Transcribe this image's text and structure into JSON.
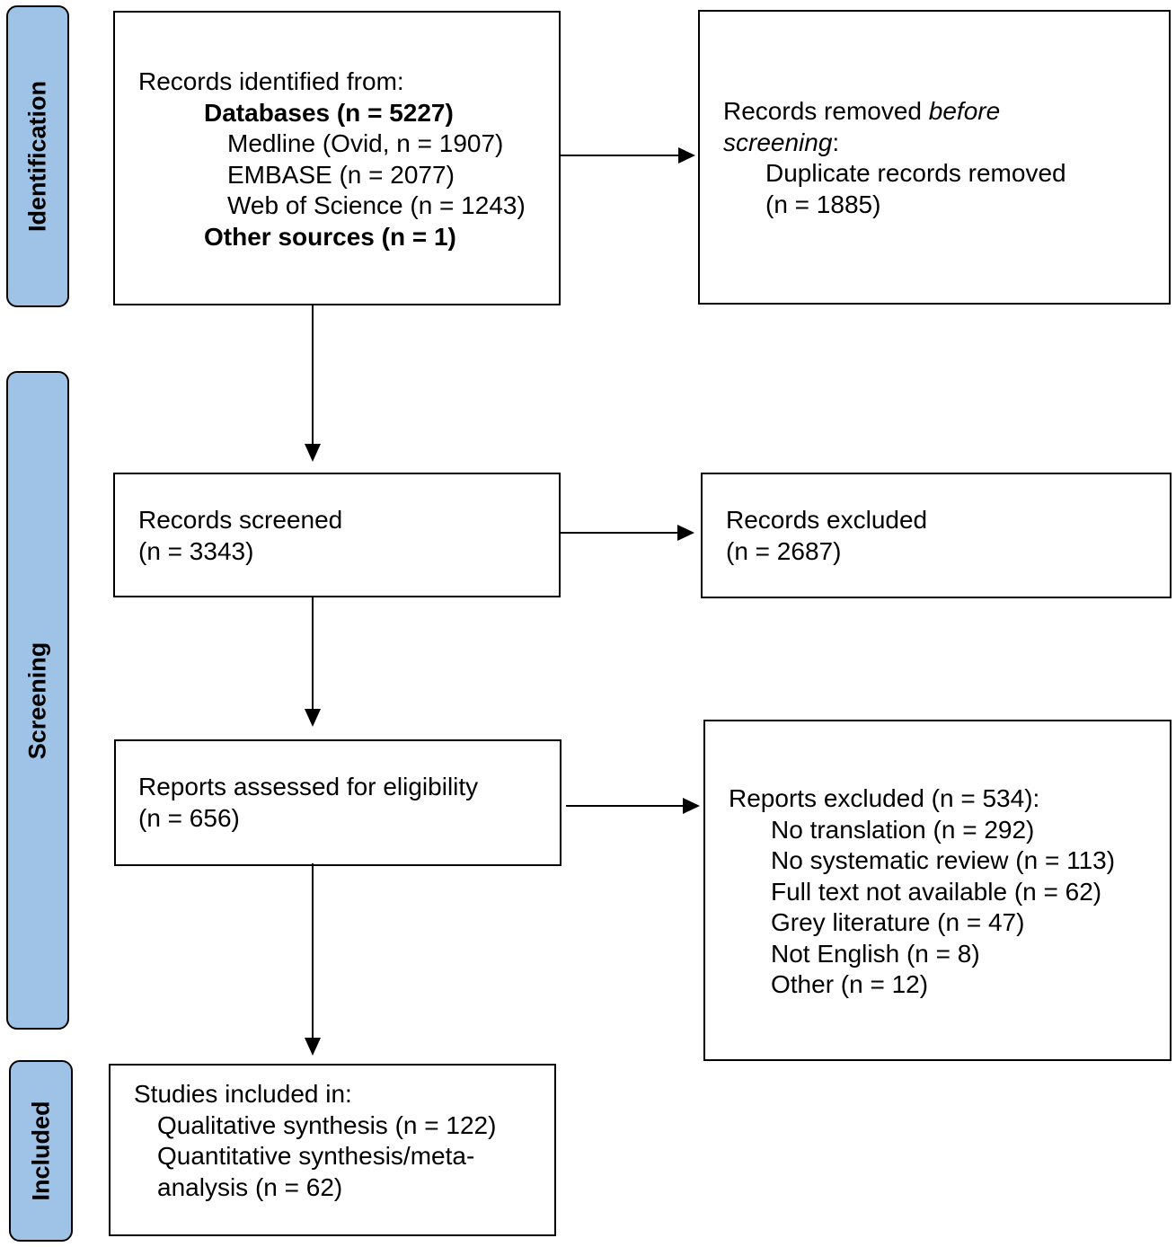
{
  "phases": {
    "identification": "Identification",
    "screening": "Screening",
    "included": "Included"
  },
  "identified": {
    "heading": "Records identified from:",
    "databases": "Databases (n = 5227)",
    "medline": "Medline (Ovid, n = 1907)",
    "embase": "EMBASE (n = 2077)",
    "wos": "Web of Science (n = 1243)",
    "other": "Other sources (n = 1)"
  },
  "removed": {
    "lead": "Records removed ",
    "italic_1": "before",
    "italic_2": "screening",
    "colon": ":",
    "duplicates": "Duplicate records removed",
    "count": "(n = 1885)"
  },
  "screened": {
    "label": "Records screened",
    "count": "(n = 3343)"
  },
  "excluded": {
    "label": "Records excluded",
    "count": "(n = 2687)"
  },
  "assessed": {
    "label": "Reports assessed for eligibility",
    "count": "(n = 656)"
  },
  "reports_excluded": {
    "heading": "Reports excluded (n = 534):",
    "reasons": [
      "No translation (n = 292)",
      "No systematic review (n = 113)",
      "Full text not available (n = 62)",
      "Grey literature (n = 47)",
      "Not English (n = 8)",
      "Other (n = 12)"
    ]
  },
  "included": {
    "heading": "Studies included in:",
    "qualitative": "Qualitative synthesis (n = 122)",
    "quantitative_1": "Quantitative synthesis/meta-",
    "quantitative_2": "analysis (n = 62)"
  },
  "colors": {
    "phase_fill": "#9fc3e7",
    "stroke": "#000000"
  }
}
